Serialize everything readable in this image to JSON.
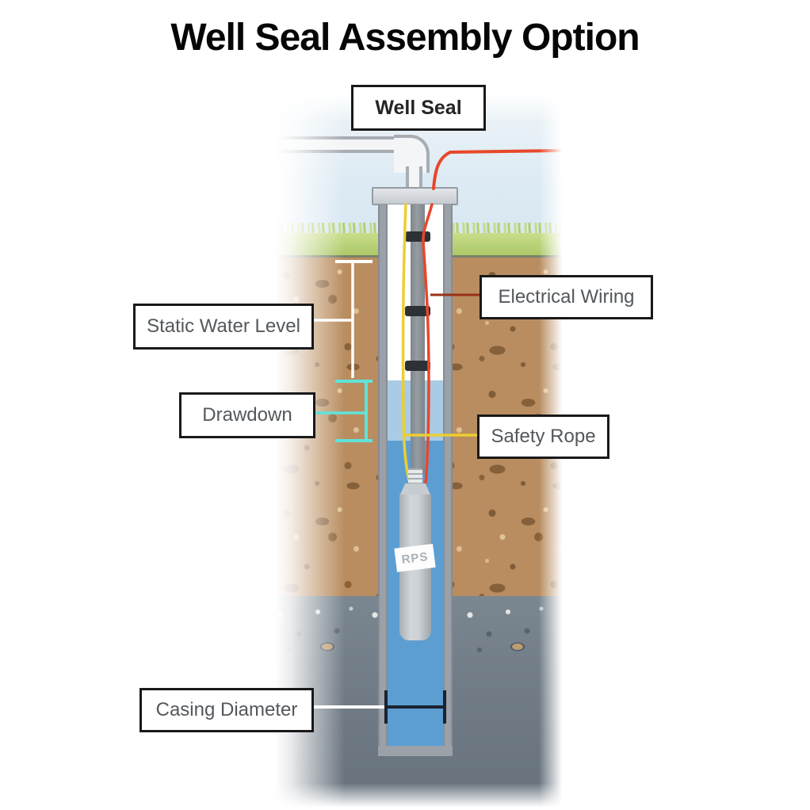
{
  "title": "Well Seal Assembly Option",
  "labels": {
    "well_seal": "Well Seal",
    "static_water_level": "Static Water Level",
    "drawdown": "Drawdown",
    "electrical_wiring": "Electrical Wiring",
    "safety_rope": "Safety Rope",
    "casing_diameter": "Casing Diameter"
  },
  "pump": {
    "brand": "RPS"
  },
  "colors": {
    "red_wire": "#e8472b",
    "electrical_leader": "#9a3116",
    "yellow_rope": "#ecce33",
    "cyan_measure": "#5fe3d9",
    "white_measure": "#ffffff",
    "black_measure": "#1b2330",
    "water_light": "#a9cbe3",
    "water_deep": "#5c9ed2",
    "soil_brown": "#b98d60",
    "soil_gray": "#717c86",
    "grass_green": "#b7d172",
    "casing_gray": "#9aa1a9",
    "label_text": "#53585c"
  }
}
